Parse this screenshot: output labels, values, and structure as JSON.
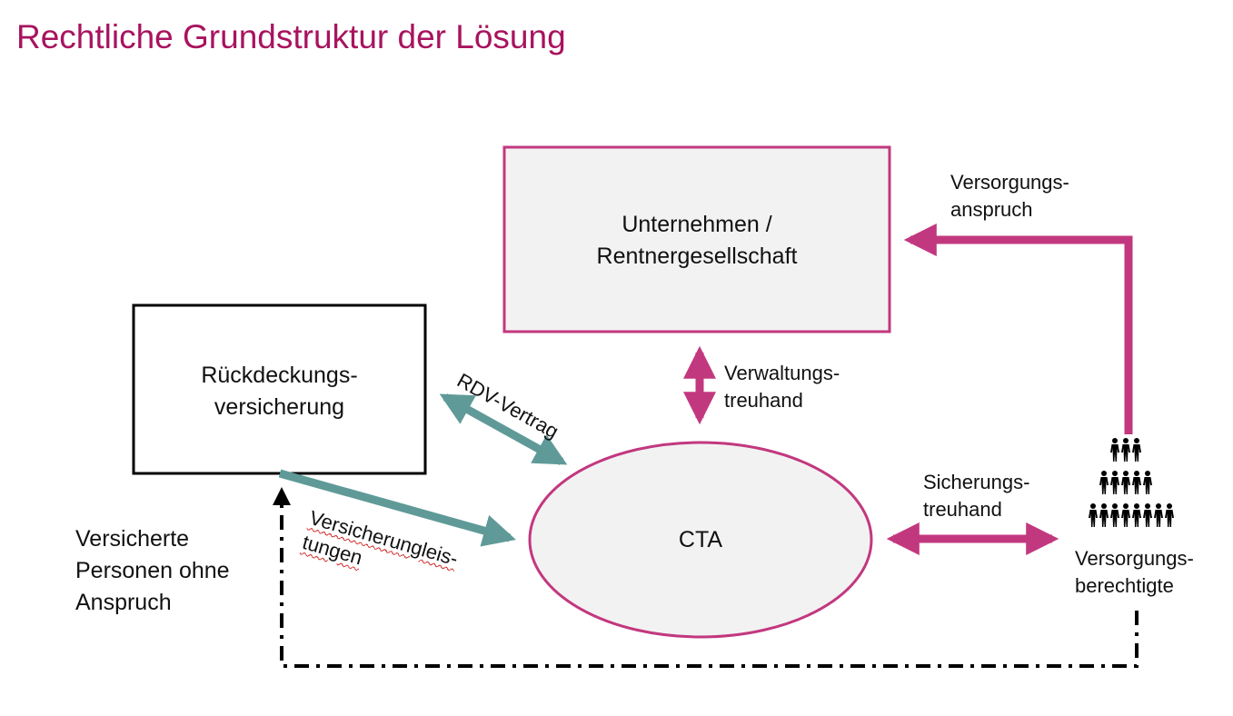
{
  "title": "Rechtliche Grundstruktur der Lösung",
  "nodes": {
    "unternehmen": {
      "line1": "Unternehmen /",
      "line2": "Rentnergesellschaft"
    },
    "rueckdeckung": {
      "line1": "Rückdeckungs-",
      "line2": "versicherung"
    },
    "cta": {
      "label": "CTA"
    },
    "versorgungsberechtigte": {
      "line1": "Versorgungs-",
      "line2": "berechtigte"
    }
  },
  "edges": {
    "versorgungsanspruch": {
      "line1": "Versorgungs-",
      "line2": "anspruch"
    },
    "verwaltungstreuhand": {
      "line1": "Verwaltungs-",
      "line2": "treuhand"
    },
    "sicherungstreuhand": {
      "line1": "Sicherungs-",
      "line2": "treuhand"
    },
    "rdv_vertrag": {
      "label": "RDV-Vertrag"
    },
    "versicherungsleistungen": {
      "line1": "Versicherungleis-",
      "line2": "tungen"
    },
    "versicherte_personen": {
      "line1": "Versicherte",
      "line2": "Personen ohne",
      "line3": "Anspruch"
    }
  },
  "colors": {
    "magenta": "#c2387f",
    "teal": "#5f9a98",
    "title": "#a8135f",
    "box_fill": "#f2f2f2"
  }
}
